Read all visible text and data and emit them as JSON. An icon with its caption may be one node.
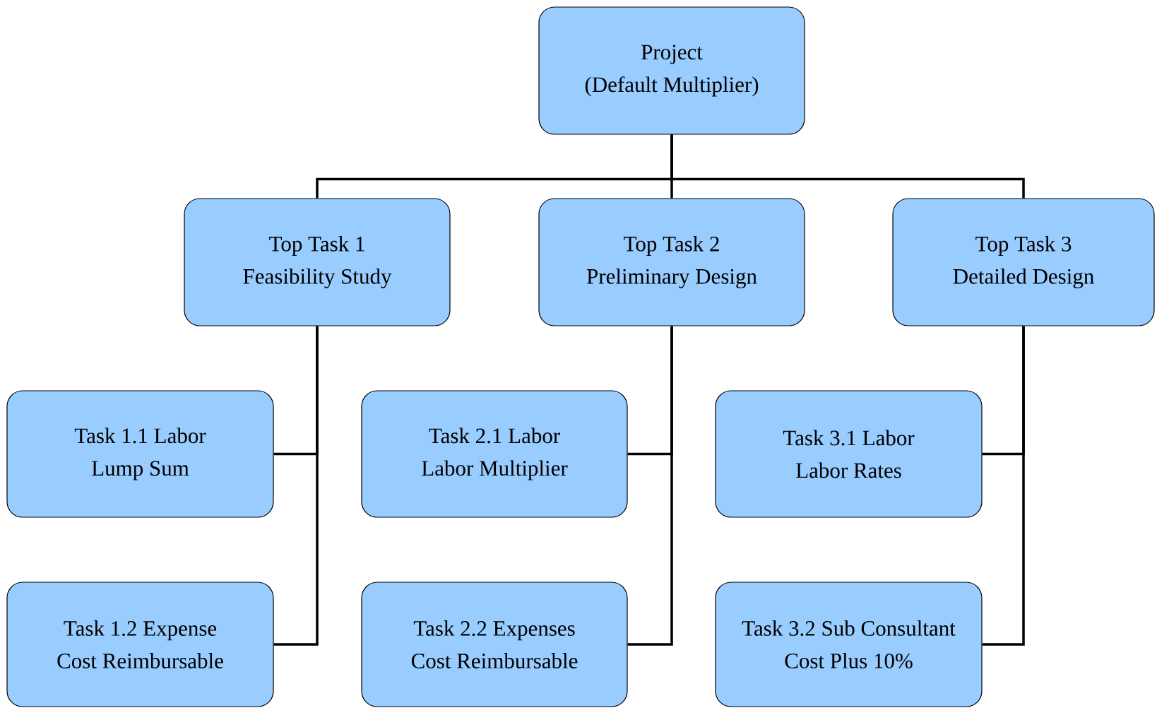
{
  "diagram": {
    "nodes": [
      {
        "text": [
          "Project",
          "(Default Multiplier)"
        ]
      },
      {
        "text": [
          "Top Task 1",
          "Feasibility Study"
        ]
      },
      {
        "text": [
          "Top Task 2",
          "Preliminary Design"
        ]
      },
      {
        "text": [
          "Top Task 3",
          "Detailed Design"
        ]
      },
      {
        "text": [
          "Task 1.1 Labor",
          "Lump Sum"
        ]
      },
      {
        "text": [
          "Task 2.1 Labor",
          "Labor Multiplier"
        ]
      },
      {
        "text": [
          "Task 3.1 Labor",
          "Labor Rates"
        ]
      },
      {
        "text": [
          "Task 1.2 Expense",
          "Cost Reimbursable"
        ]
      },
      {
        "text": [
          "Task 2.2 Expenses",
          "Cost Reimbursable"
        ]
      },
      {
        "text": [
          "Task 3.2 Sub Consultant",
          "Cost Plus 10%"
        ]
      }
    ],
    "edges": [
      {
        "from": 0,
        "to": 1,
        "arrow": "none"
      },
      {
        "from": 0,
        "to": 2,
        "arrow": "none"
      },
      {
        "from": 0,
        "to": 3,
        "arrow": "none"
      },
      {
        "from": 1,
        "to": 4,
        "arrow": "none"
      },
      {
        "from": 1,
        "to": 7,
        "arrow": "none"
      },
      {
        "from": 2,
        "to": 5,
        "arrow": "none"
      },
      {
        "from": 2,
        "to": 8,
        "arrow": "none"
      },
      {
        "from": 3,
        "to": 6,
        "arrow": "none"
      },
      {
        "from": 3,
        "to": 9,
        "arrow": "none"
      }
    ]
  }
}
